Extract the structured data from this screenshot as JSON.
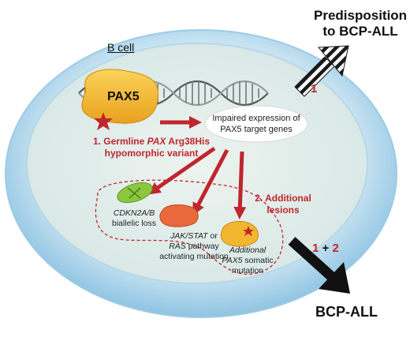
{
  "predisposition": {
    "line1": "Predisposition",
    "line2": "to BCP-ALL"
  },
  "cell_label": "B cell",
  "gene_label": "PAX5",
  "target_box": {
    "line1": "Impaired expression of",
    "line2": "PAX5 target genes"
  },
  "germline": {
    "prefix": "1. Germline ",
    "gene": "PAX",
    "suffix": " Arg38His",
    "line2": "hypomorphic variant"
  },
  "additional": {
    "line1": "2. Additional",
    "line2": "lesions"
  },
  "lesion_cdkn2a": {
    "gene": "CDKN2A/B",
    "line2": "biallelic loss"
  },
  "lesion_jak": {
    "gene1": "JAK/STAT",
    "mid": " or",
    "gene2": "RAS",
    "rest2": " pathway",
    "line3": "activating mutation"
  },
  "lesion_pax5": {
    "word1": "Additional",
    "gene": "PAX5",
    "rest": " somatic",
    "line3": "mutation"
  },
  "arrow_labels": {
    "one": "1",
    "combo_a": "1",
    "plus": " + ",
    "combo_b": "2"
  },
  "outcome": "BCP-ALL",
  "colors": {
    "cell_outer": "#a9d3ea",
    "cell_inner": "#dcebe9",
    "accent_red": "#c0262d",
    "pax5_gold": "#f5b52b",
    "lesion_green": "#8cc63f",
    "lesion_orange": "#e9693c",
    "lesion_yellow": "#f2b630"
  }
}
